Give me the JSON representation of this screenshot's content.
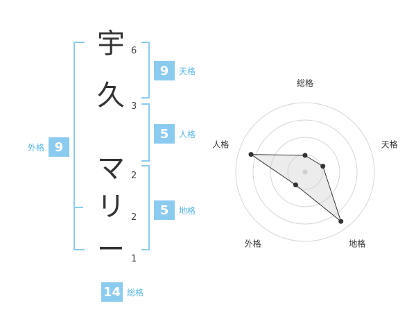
{
  "name": {
    "chars": [
      "宇",
      "久",
      "マ",
      "リ",
      "ー"
    ],
    "strokes": [
      "6",
      "3",
      "2",
      "2",
      "1"
    ]
  },
  "scores": {
    "tenkaku": {
      "value": "9",
      "label": "天格"
    },
    "jinkaku": {
      "value": "5",
      "label": "人格"
    },
    "chikaku": {
      "value": "5",
      "label": "地格"
    },
    "gaikaku": {
      "value": "9",
      "label": "外格"
    },
    "soukaku": {
      "value": "14",
      "label": "総格"
    }
  },
  "chart_data": {
    "type": "radar",
    "axes": [
      "総格",
      "天格",
      "地格",
      "外格",
      "人格"
    ],
    "values": [
      0.24,
      0.27,
      0.88,
      0.23,
      0.82
    ],
    "max": 1,
    "rings": 4
  },
  "colors": {
    "accent": "#8ccbf0",
    "label": "#58b6e8"
  }
}
